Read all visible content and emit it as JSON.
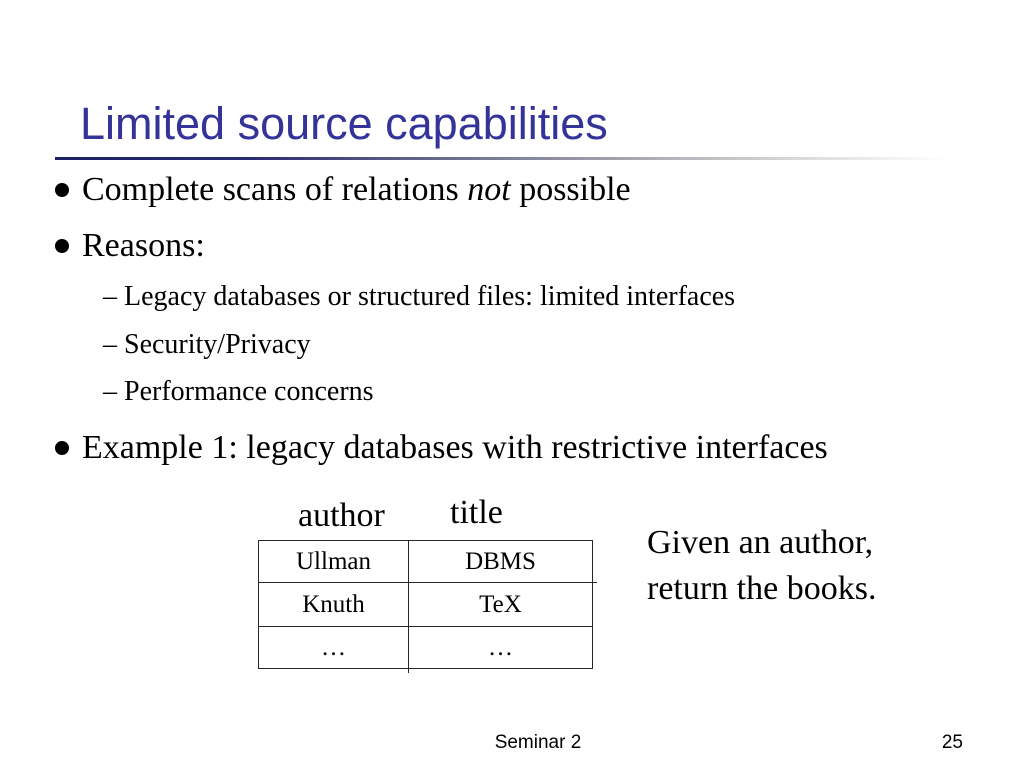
{
  "slide": {
    "title": "Limited source capabilities",
    "bullets": [
      {
        "text_before": "Complete scans of relations ",
        "emphasis": "not",
        "text_after": " possible"
      },
      {
        "text": "Reasons:",
        "sub_bullets": [
          "Legacy databases or structured files: limited interfaces",
          "Security/Privacy",
          "Performance concerns"
        ]
      },
      {
        "text": "Example 1: legacy databases with restrictive interfaces"
      }
    ],
    "table": {
      "columns": [
        "author",
        "title"
      ],
      "rows": [
        [
          "Ullman",
          "DBMS"
        ],
        [
          "Knuth",
          "TeX"
        ],
        [
          "…",
          "…"
        ]
      ]
    },
    "note": [
      "Given an author,",
      "return the books."
    ]
  },
  "markers": {
    "bullet_icon": "filled-circle",
    "sub_bullet": "–"
  },
  "footer": {
    "label": "Seminar 2",
    "page_number": "25"
  },
  "colors": {
    "title": "#333399",
    "text": "#000000",
    "title_rule": "#1f1f66"
  }
}
